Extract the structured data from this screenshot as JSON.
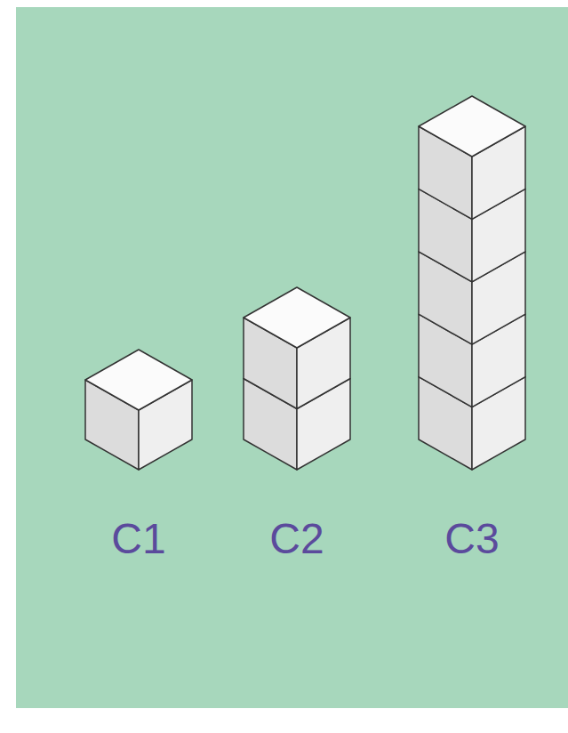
{
  "diagram": {
    "labels": [
      "C1",
      "C2",
      "C3"
    ]
  }
}
